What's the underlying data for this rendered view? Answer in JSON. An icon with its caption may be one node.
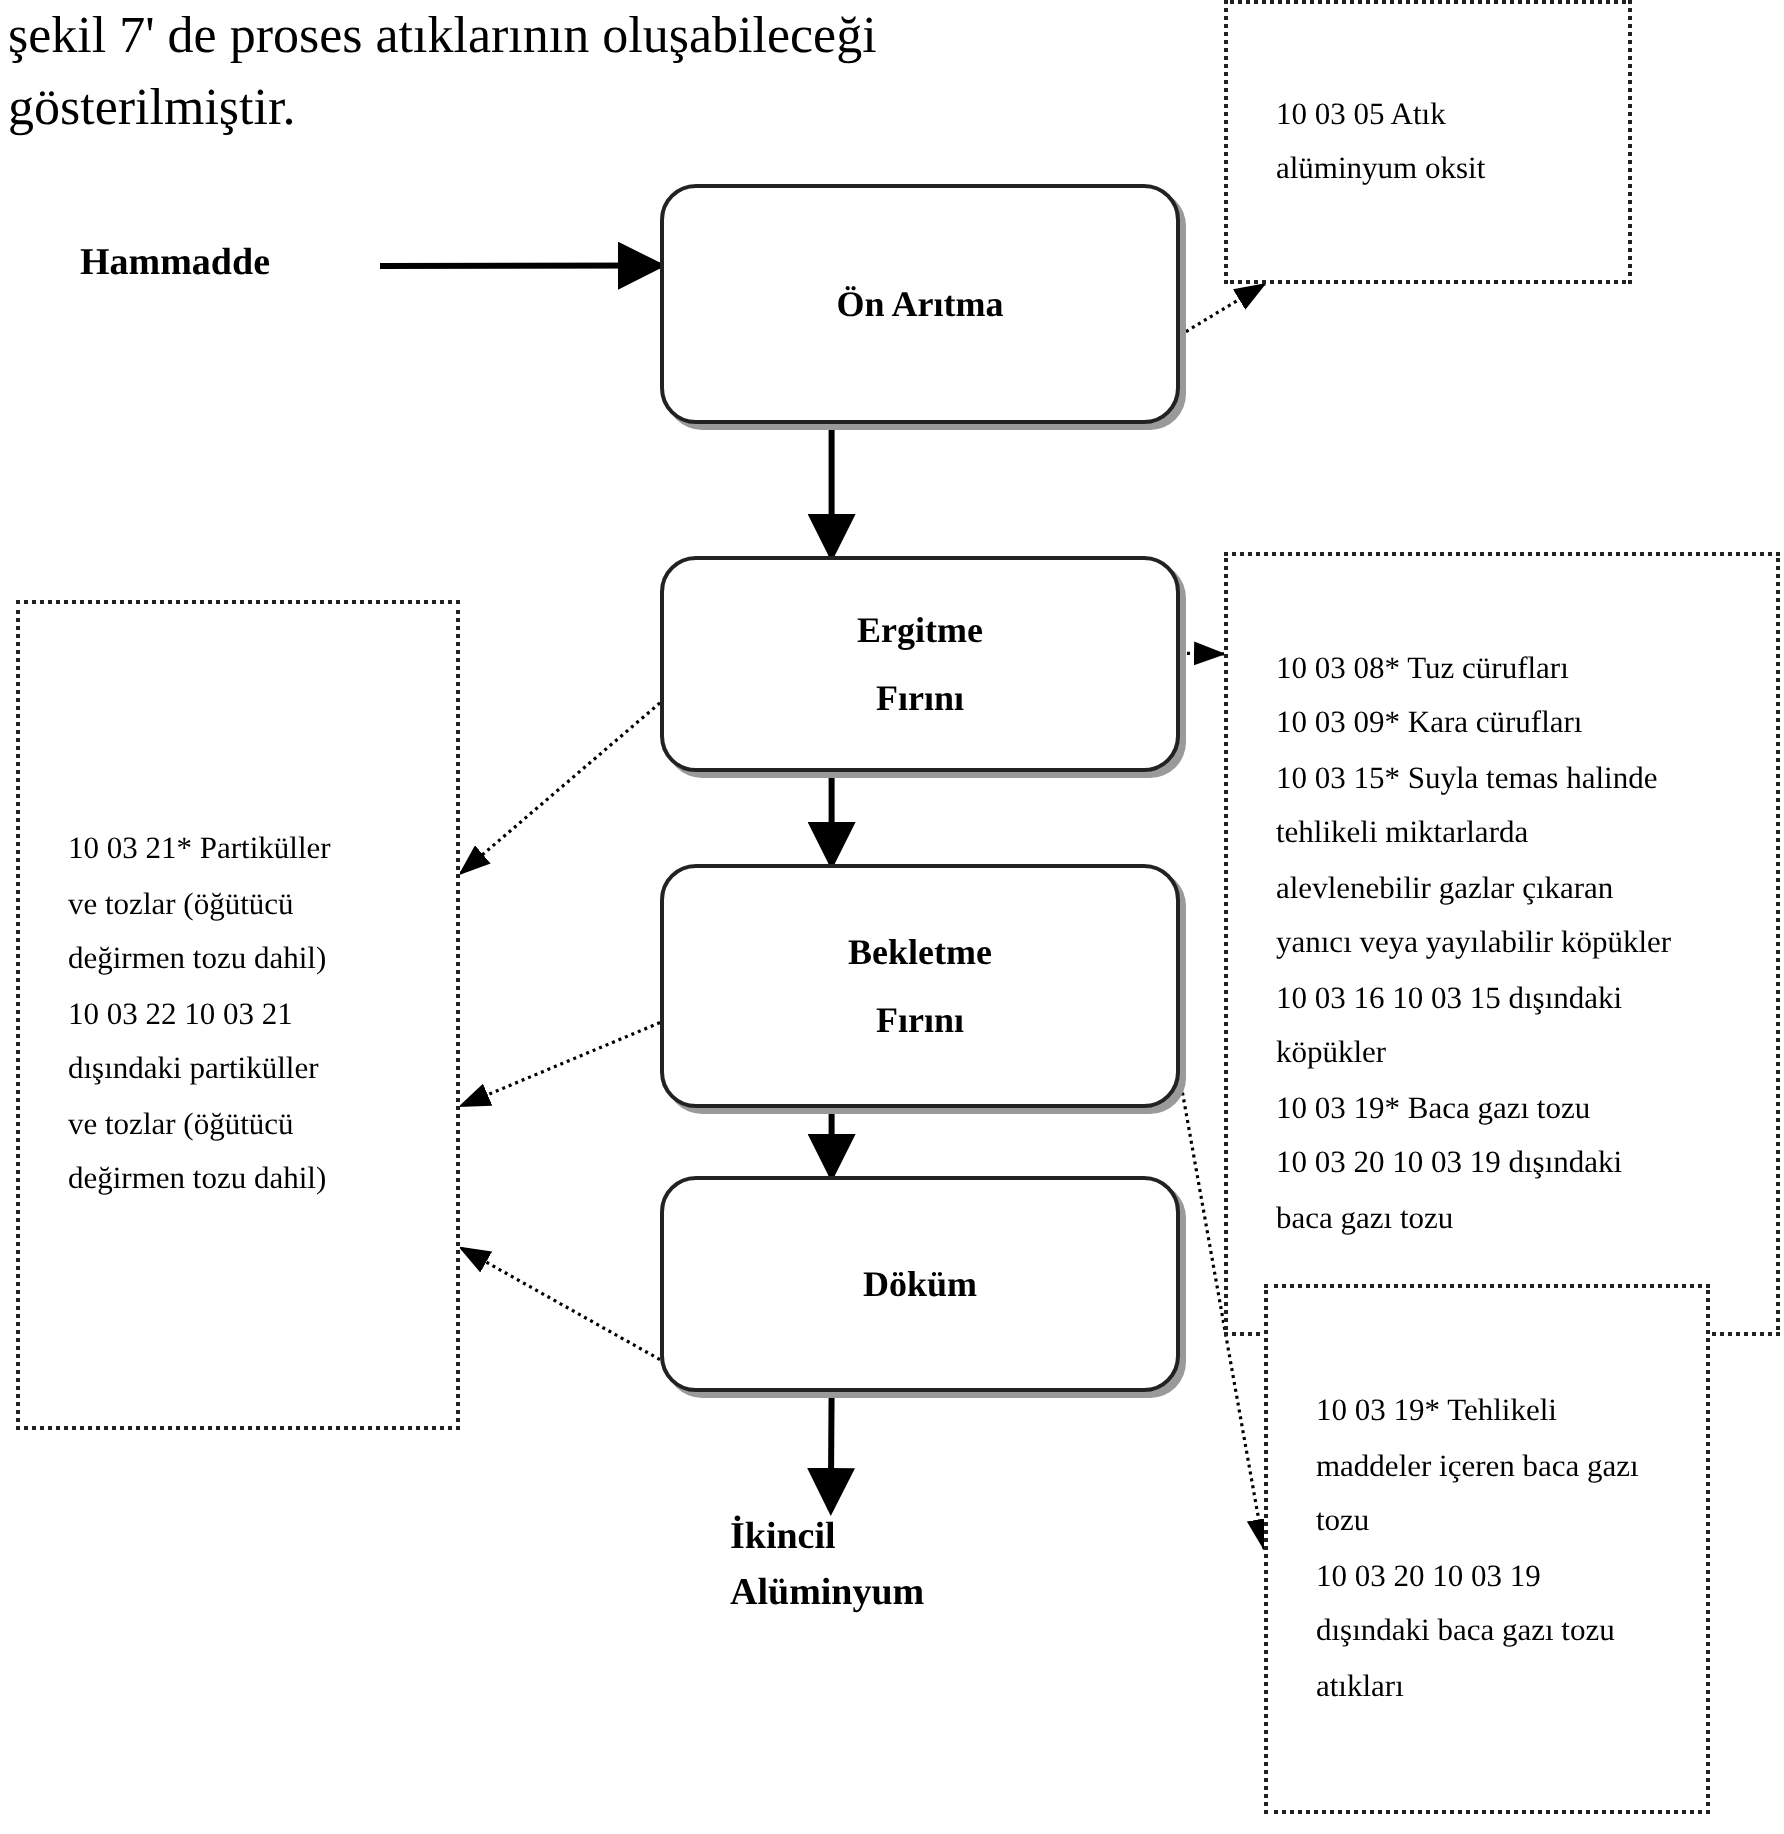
{
  "diagram": {
    "nodes": [
      {
        "text": [
          "Hammadde"
        ]
      },
      {
        "text": [
          "Ön Arıtma"
        ]
      },
      {
        "text": [
          "Ergitme Fırını"
        ]
      },
      {
        "text": [
          "Bekletme Fırını"
        ]
      },
      {
        "text": [
          "Döküm"
        ]
      },
      {
        "text": [
          "İkincil Alüminyum"
        ]
      },
      {
        "text": [
          "10 03 05 Atık alüminyum oksit"
        ]
      },
      {
        "text": [
          "10 03 08* Tuz cürufları",
          "10 03 09* Kara cürufları",
          "10 03 15* Suyla temas halinde tehlikeli miktarlarda alevlenebilir gazlar çıkaran yanıcı veya yayılabilir köpükler",
          "10 03 16 10 03 15 dışındaki köpükler",
          "10 03 19* Baca gazı tozu",
          "10 03 20 10 03 19 dışındaki baca gazı tozu"
        ]
      },
      {
        "text": [
          "10 03 21* Partiküller ve tozlar (öğütücü değirmen tozu dahil)",
          "10 03 22 10 03 21 dışındaki partiküller ve tozlar (öğütücü değirmen tozu dahil)"
        ]
      },
      {
        "text": [
          "10 03 19* Tehlikeli maddeler içeren baca gazı tozu",
          "10 03 20 10 03 19 dışındaki baca gazı tozu atıkları"
        ]
      }
    ],
    "edges": [
      {
        "from": 0,
        "to": 1,
        "arrow": "to"
      },
      {
        "from": 1,
        "to": 2,
        "arrow": "to"
      },
      {
        "from": 2,
        "to": 3,
        "arrow": "to"
      },
      {
        "from": 3,
        "to": 4,
        "arrow": "to"
      },
      {
        "from": 4,
        "to": 5,
        "arrow": "to"
      },
      {
        "from": 1,
        "to": 6,
        "arrow": "to",
        "style": "dashed"
      },
      {
        "from": 2,
        "to": 7,
        "arrow": "to",
        "style": "dashed"
      },
      {
        "from": 2,
        "to": 8,
        "arrow": "to",
        "style": "dashed"
      },
      {
        "from": 3,
        "to": 8,
        "arrow": "to",
        "style": "dashed"
      },
      {
        "from": 4,
        "to": 8,
        "arrow": "to",
        "style": "dashed"
      },
      {
        "from": 3,
        "to": 9,
        "arrow": "to",
        "style": "dashed"
      }
    ],
    "labels": [
      "şekil 7' de proses atıklarının oluşabileceği",
      "gösterilmiştir."
    ]
  }
}
